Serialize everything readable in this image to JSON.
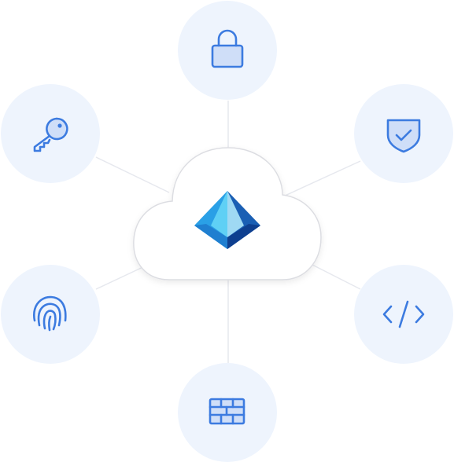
{
  "diagram": {
    "center": {
      "shape": "cloud",
      "logo": "entra-id-pyramid-logo",
      "colors": {
        "cloud_fill": "#ffffff",
        "cloud_stroke": "#dcdde2",
        "logo_light": "#5fd0f5",
        "logo_mid": "#2aa0e6",
        "logo_dark": "#1a5fb4",
        "logo_navy": "#0e3f8f"
      }
    },
    "nodes": [
      {
        "id": "lock",
        "icon": "lock-icon"
      },
      {
        "id": "shield",
        "icon": "shield-check-icon"
      },
      {
        "id": "code",
        "icon": "code-brackets-icon"
      },
      {
        "id": "firewall",
        "icon": "brick-wall-icon"
      },
      {
        "id": "fingerprint",
        "icon": "fingerprint-icon"
      },
      {
        "id": "key",
        "icon": "key-icon"
      }
    ],
    "colors": {
      "node_bg": "#eef4fd",
      "icon_stroke": "#3c7be0",
      "icon_fill": "#cfdef8",
      "connector": "#e6e8ee"
    }
  }
}
